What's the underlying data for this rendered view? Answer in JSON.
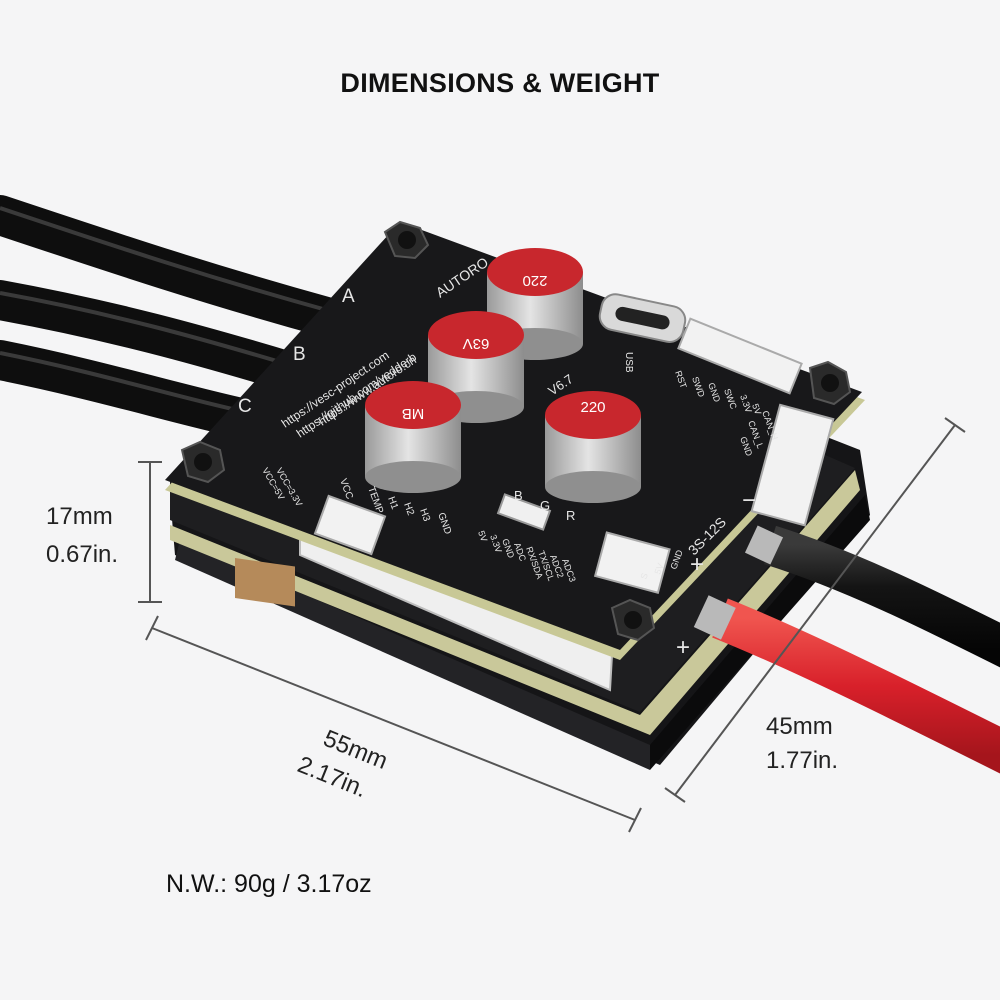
{
  "title": "DIMENSIONS & WEIGHT",
  "dimensions": {
    "height": {
      "metric": "17mm",
      "imperial": "0.67in."
    },
    "length": {
      "metric": "55mm",
      "imperial": "2.17in."
    },
    "width": {
      "metric": "45mm",
      "imperial": "1.77in."
    }
  },
  "weight": "N.W.: 90g / 3.17oz",
  "board": {
    "brand": "AUTORO",
    "version": "V6.7",
    "urls": [
      "https://vesc-project.com",
      "https://github.com/vedderb",
      "https://www.autoro.cn"
    ],
    "phase_labels": [
      "A",
      "B",
      "C"
    ],
    "capacitor_text": [
      "220",
      "63V",
      "MB"
    ],
    "voltage_label": "3S-12S",
    "polarity_minus": "−",
    "polarity_plus": "+",
    "usb_label": "USB",
    "hall_labels": [
      "H1",
      "H2",
      "H3",
      "GND"
    ],
    "comm_labels": [
      "5V",
      "3.3V",
      "GND",
      "ADC",
      "RX/SDA",
      "TX/SCL",
      "ADC2",
      "ADC3"
    ],
    "swd_labels": [
      "RST",
      "SWD",
      "GND",
      "SWC",
      "3.3V"
    ],
    "can_labels": [
      "5V",
      "CAN_H",
      "CAN_L",
      "GND"
    ],
    "servo_labels": [
      "S",
      "5V",
      "GND"
    ],
    "led_labels": [
      "B",
      "G",
      "R"
    ],
    "vcc_labels": [
      "VCC=5V",
      "VCC=3.3V"
    ],
    "temp_labels": [
      "VCC",
      "TEMP"
    ]
  },
  "colors": {
    "background": "#f5f5f6",
    "board": "#1b1b1d",
    "cable_black": "#111111",
    "cable_red": "#e0262b",
    "capacitor_top": "#c8272d",
    "capacitor_body": "#bfbfbf"
  }
}
